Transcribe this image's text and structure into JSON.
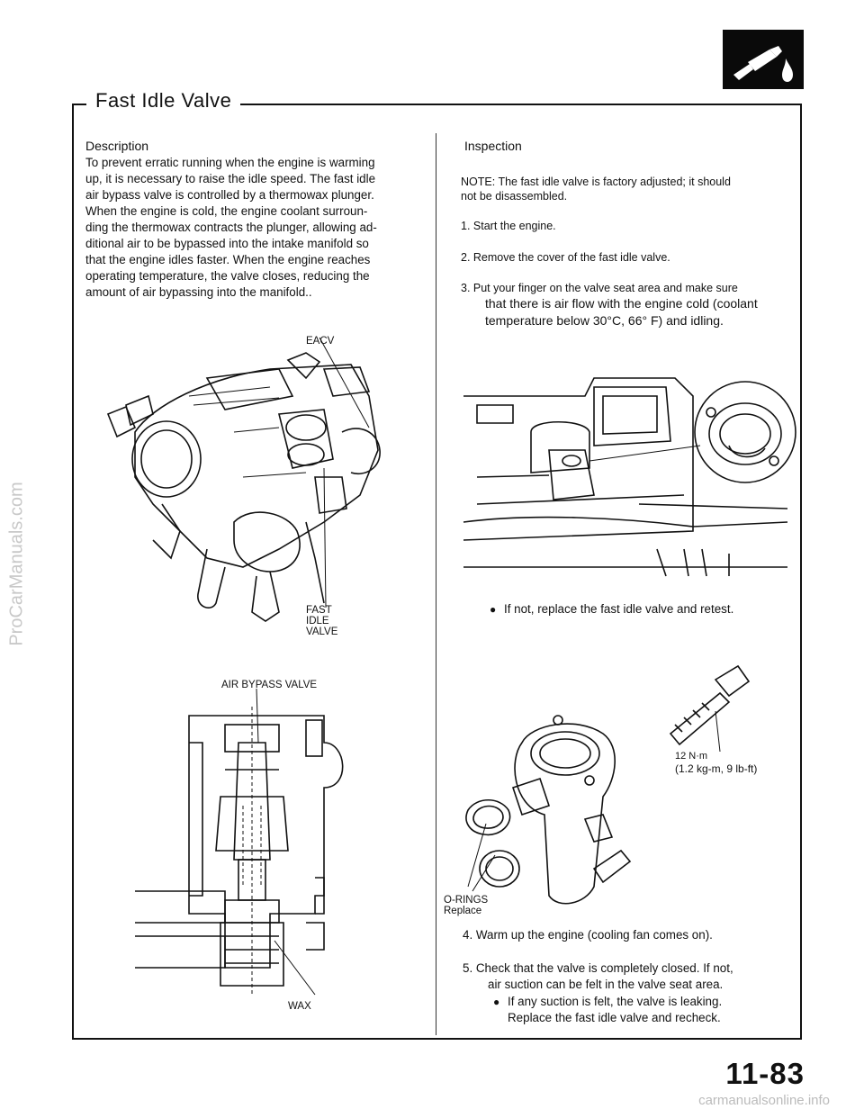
{
  "header": {
    "title": "Fast Idle Valve",
    "page_number": "11-83"
  },
  "watermarks": {
    "side": "ProCarManuals.com",
    "bottom": "carmanualsonline.info"
  },
  "icons": {
    "fuel": "fuel-nozzle-icon"
  },
  "left": {
    "description_heading": "Description",
    "description_lines": [
      "To prevent erratic running when the engine is warming",
      "up, it is necessary to raise the idle speed. The fast idle",
      "air bypass valve is controlled by a thermowax plunger.",
      "When the engine is cold, the engine coolant surroun-",
      "ding the thermowax contracts the plunger, allowing ad-",
      "ditional air to be bypassed into the intake manifold so",
      "that the engine idles faster. When the engine reaches",
      "operating temperature, the valve closes, reducing the",
      "amount of air bypassing into the manifold.."
    ],
    "labels": {
      "eacv": "EACV",
      "fast": "FAST",
      "idle": "IDLE",
      "valve": "VALVE",
      "air_bypass": "AIR BYPASS VALVE",
      "wax": "WAX"
    }
  },
  "right": {
    "inspection_heading": "Inspection",
    "note_line1": "NOTE:  The fast idle valve is factory adjusted; it should",
    "note_line2": "not be disassembled.",
    "step1": "1.   Start the engine.",
    "step2": "2.   Remove the cover of the fast idle valve.",
    "step3_line1": "3.   Put your finger on the valve seat area and make sure",
    "step3_line2": "that there is air flow with the engine cold (coolant",
    "step3_line3": "temperature below 30°C, 66° F) and idling.",
    "bullet1": "If not, replace the fast idle valve and retest.",
    "torque_line1": "12 N·m",
    "torque_line2": "(1.2 kg-m, 9 lb-ft)",
    "orings_line1": "O-RINGS",
    "orings_line2": "Replace",
    "step4": "4.   Warm up the engine (cooling fan comes on).",
    "step5_line1": "5.   Check that the valve is completely closed. If not,",
    "step5_line2": "air suction can be felt in the valve seat area.",
    "bullet2_line1": "If any suction is felt, the valve is leaking.",
    "bullet2_line2": "Replace the fast idle valve and recheck."
  }
}
